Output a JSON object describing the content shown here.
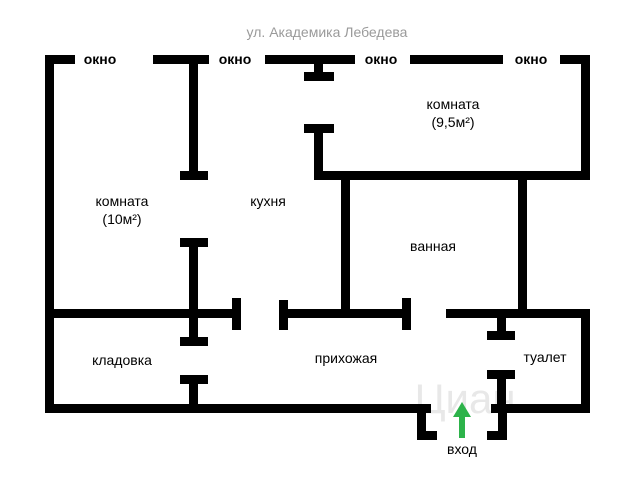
{
  "street_label": "ул. Академика Лебедева",
  "windows": [
    "окно",
    "окно",
    "окно",
    "окно"
  ],
  "rooms": {
    "room_left_name": "комната",
    "room_left_area": "(10м²)",
    "room_right_name": "комната",
    "room_right_area": "(9,5м²)",
    "kitchen": "кухня",
    "bathroom": "ванная",
    "storage": "кладовка",
    "hallway": "прихожая",
    "toilet": "туалет"
  },
  "entrance_label": "вход",
  "watermark": "Циан",
  "colors": {
    "walls": "#000000",
    "entrance_arrow": "#2db34a",
    "street_text": "#9a9a9a"
  }
}
